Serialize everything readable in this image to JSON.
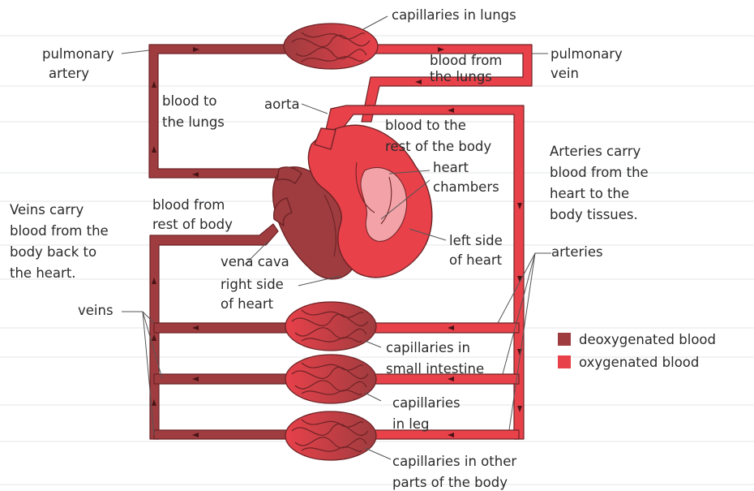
{
  "colors": {
    "deoxygenated": "#9e3c3f",
    "oxygenated": "#e8414a",
    "vessel_outline": "#6e2326",
    "guide_line": "#e0e4ea"
  },
  "labels": {
    "capillaries_lungs": "capillaries in lungs",
    "pulmonary_artery_1": "pulmonary",
    "pulmonary_artery_2": "artery",
    "pulmonary_vein_1": "pulmonary",
    "pulmonary_vein_2": "vein",
    "blood_from_lungs_1": "blood from",
    "blood_from_lungs_2": "the lungs",
    "blood_to_lungs_1": "blood to",
    "blood_to_lungs_2": "the lungs",
    "aorta": "aorta",
    "blood_to_body_1": "blood to the",
    "blood_to_body_2": "rest of the body",
    "arteries_carry_1": "Arteries carry",
    "arteries_carry_2": "blood from the",
    "arteries_carry_3": "heart to the",
    "arteries_carry_4": "body tissues.",
    "heart_chambers_1": "heart",
    "heart_chambers_2": "chambers",
    "veins_carry_1": "Veins carry",
    "veins_carry_2": "blood from the",
    "veins_carry_3": "body back to",
    "veins_carry_4": "the heart.",
    "blood_from_body_1": "blood from",
    "blood_from_body_2": "rest of body",
    "left_side_1": "left side",
    "left_side_2": "of heart",
    "arteries": "arteries",
    "vena_cava": "vena cava",
    "right_side_1": "right side",
    "right_side_2": "of heart",
    "veins": "veins",
    "cap_intestine_1": "capillaries in",
    "cap_intestine_2": "small intestine",
    "cap_leg_1": "capillaries",
    "cap_leg_2": "in leg",
    "cap_other_1": "capillaries in other",
    "cap_other_2": "parts of the body"
  },
  "legend": {
    "deoxygenated_label": "deoxygenated blood",
    "oxygenated_label": "oxygenated blood"
  }
}
